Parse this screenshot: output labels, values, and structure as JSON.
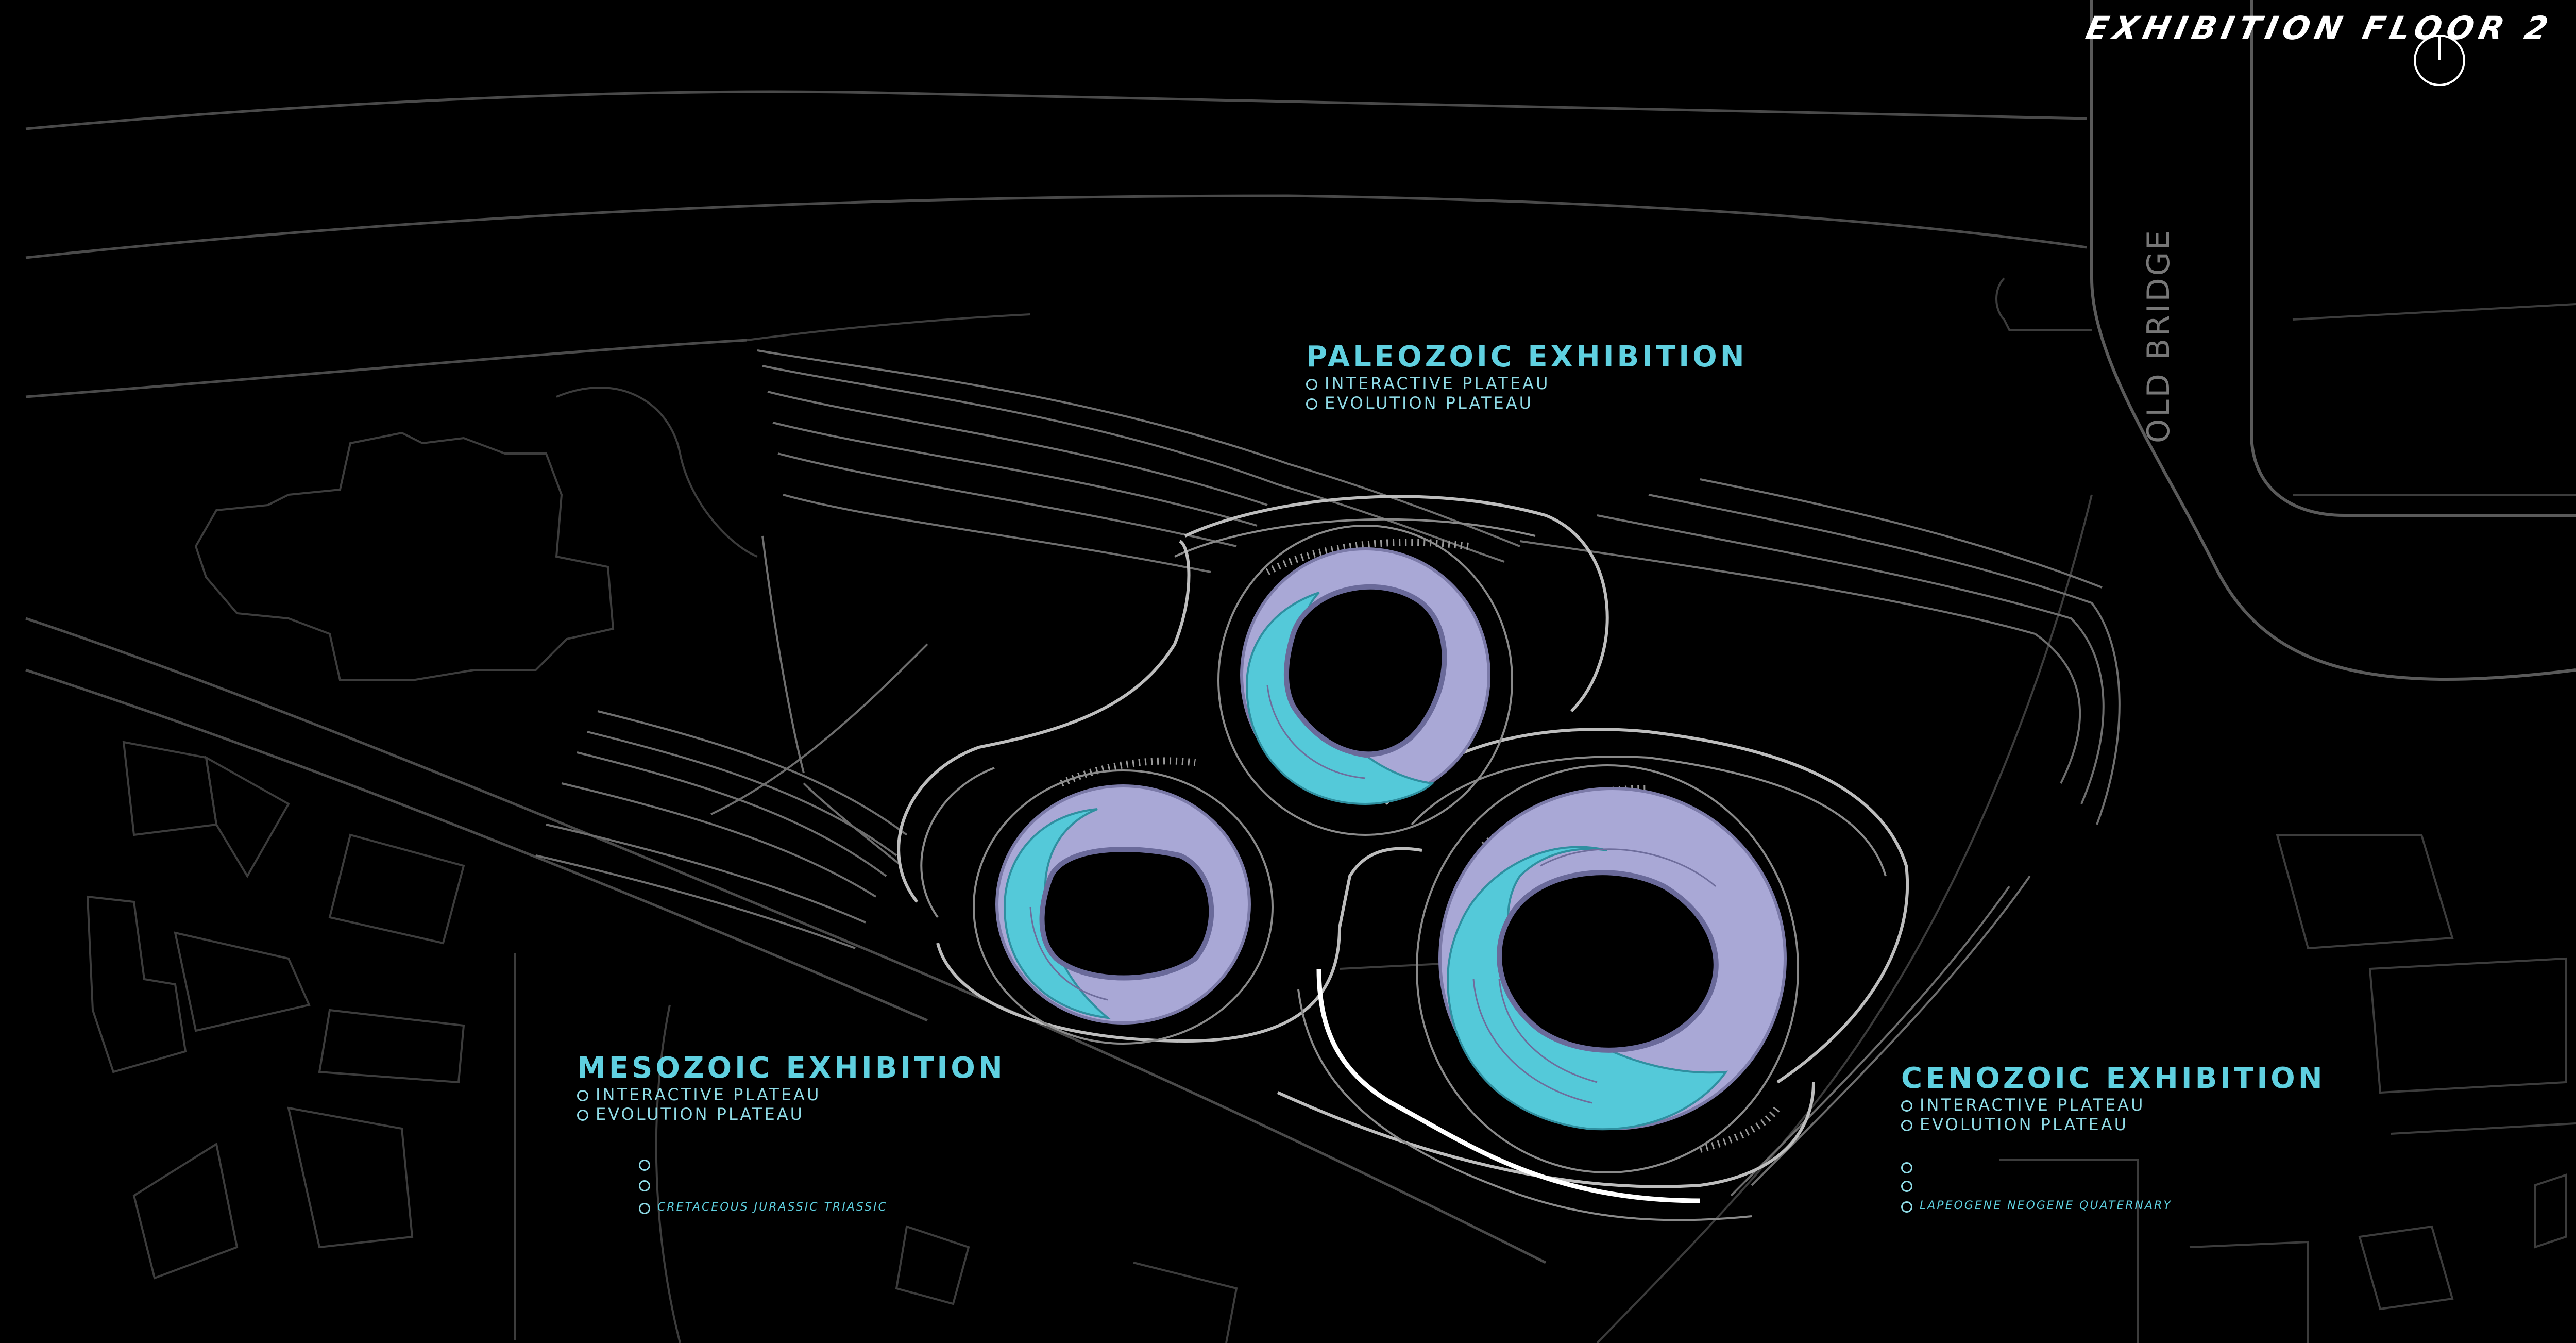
{
  "title": "EXHIBITION FLOOR 2",
  "road_label": "OLD BRIDGE",
  "zones": [
    {
      "name": "PALEOZOIC EXHIBITION",
      "items": [
        "INTERACTIVE PLATEAU",
        "EVOLUTION PLATEAU"
      ]
    },
    {
      "name": "MESOZOIC EXHIBITION",
      "items": [
        "INTERACTIVE PLATEAU",
        "EVOLUTION PLATEAU"
      ],
      "eras": "CRETACEOUS JURASSIC TRIASSIC"
    },
    {
      "name": "CENOZOIC EXHIBITION",
      "items": [
        "INTERACTIVE PLATEAU",
        "EVOLUTION PLATEAU"
      ],
      "eras": "LAPEOGENE NEOGENE QUATERNARY"
    }
  ],
  "colors": {
    "background": "#000000",
    "accent": "#5fd0e0",
    "plateau_fill": "#a9a8d6",
    "interactive_fill": "#54c9d9"
  },
  "icons": {
    "north_arrow": "north-arrow-icon"
  }
}
